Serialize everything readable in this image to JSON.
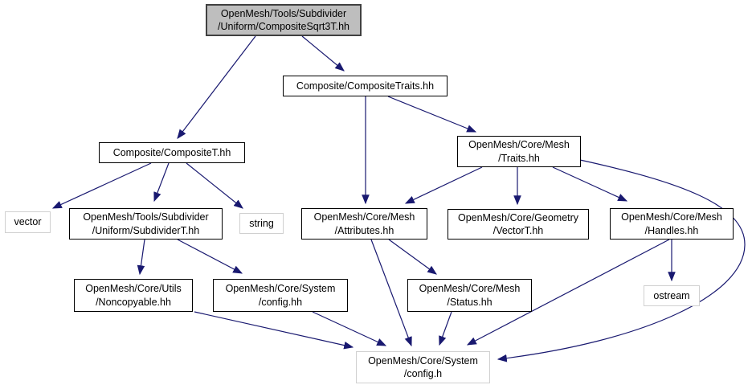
{
  "diagram": {
    "type": "include-dependency-graph",
    "background_color": "#ffffff",
    "edge_color": "#191970",
    "root_fill_color": "#bebebe",
    "nodes": {
      "composite_sqrt3t": {
        "label": "OpenMesh/Tools/Subdivider\n/Uniform/CompositeSqrt3T.hh",
        "role": "root"
      },
      "composite_traits": {
        "label": "Composite/CompositeTraits.hh",
        "role": "file"
      },
      "composite_t": {
        "label": "Composite/CompositeT.hh",
        "role": "file"
      },
      "traits": {
        "label": "OpenMesh/Core/Mesh\n/Traits.hh",
        "role": "file"
      },
      "vector": {
        "label": "vector",
        "role": "system"
      },
      "subdivider_t": {
        "label": "OpenMesh/Tools/Subdivider\n/Uniform/SubdividerT.hh",
        "role": "file"
      },
      "string": {
        "label": "string",
        "role": "system"
      },
      "attributes": {
        "label": "OpenMesh/Core/Mesh\n/Attributes.hh",
        "role": "file"
      },
      "vector_t": {
        "label": "OpenMesh/Core/Geometry\n/VectorT.hh",
        "role": "file"
      },
      "handles": {
        "label": "OpenMesh/Core/Mesh\n/Handles.hh",
        "role": "file"
      },
      "noncopyable": {
        "label": "OpenMesh/Core/Utils\n/Noncopyable.hh",
        "role": "file"
      },
      "config_hh": {
        "label": "OpenMesh/Core/System\n/config.hh",
        "role": "file"
      },
      "status": {
        "label": "OpenMesh/Core/Mesh\n/Status.hh",
        "role": "file"
      },
      "ostream": {
        "label": "ostream",
        "role": "system"
      },
      "config_h": {
        "label": "OpenMesh/Core/System\n/config.h",
        "role": "system"
      }
    },
    "edges": [
      {
        "from": "OpenMesh/Tools/Subdivider/Uniform/CompositeSqrt3T.hh",
        "to": "Composite/CompositeT.hh"
      },
      {
        "from": "OpenMesh/Tools/Subdivider/Uniform/CompositeSqrt3T.hh",
        "to": "Composite/CompositeTraits.hh"
      },
      {
        "from": "Composite/CompositeTraits.hh",
        "to": "OpenMesh/Core/Mesh/Attributes.hh"
      },
      {
        "from": "Composite/CompositeTraits.hh",
        "to": "OpenMesh/Core/Mesh/Traits.hh"
      },
      {
        "from": "Composite/CompositeT.hh",
        "to": "vector"
      },
      {
        "from": "Composite/CompositeT.hh",
        "to": "OpenMesh/Tools/Subdivider/Uniform/SubdividerT.hh"
      },
      {
        "from": "Composite/CompositeT.hh",
        "to": "string"
      },
      {
        "from": "OpenMesh/Core/Mesh/Traits.hh",
        "to": "OpenMesh/Core/Mesh/Attributes.hh"
      },
      {
        "from": "OpenMesh/Core/Mesh/Traits.hh",
        "to": "OpenMesh/Core/Geometry/VectorT.hh"
      },
      {
        "from": "OpenMesh/Core/Mesh/Traits.hh",
        "to": "OpenMesh/Core/Mesh/Handles.hh"
      },
      {
        "from": "OpenMesh/Core/Mesh/Traits.hh",
        "to": "OpenMesh/Core/System/config.h"
      },
      {
        "from": "OpenMesh/Tools/Subdivider/Uniform/SubdividerT.hh",
        "to": "OpenMesh/Core/Utils/Noncopyable.hh"
      },
      {
        "from": "OpenMesh/Tools/Subdivider/Uniform/SubdividerT.hh",
        "to": "OpenMesh/Core/System/config.hh"
      },
      {
        "from": "OpenMesh/Core/Mesh/Attributes.hh",
        "to": "OpenMesh/Core/Mesh/Status.hh"
      },
      {
        "from": "OpenMesh/Core/Mesh/Attributes.hh",
        "to": "OpenMesh/Core/System/config.h"
      },
      {
        "from": "OpenMesh/Core/Mesh/Status.hh",
        "to": "OpenMesh/Core/System/config.h"
      },
      {
        "from": "OpenMesh/Core/Mesh/Handles.hh",
        "to": "ostream"
      },
      {
        "from": "OpenMesh/Core/Mesh/Handles.hh",
        "to": "OpenMesh/Core/System/config.h"
      },
      {
        "from": "OpenMesh/Core/Utils/Noncopyable.hh",
        "to": "OpenMesh/Core/System/config.h"
      },
      {
        "from": "OpenMesh/Core/System/config.hh",
        "to": "OpenMesh/Core/System/config.h"
      }
    ]
  }
}
